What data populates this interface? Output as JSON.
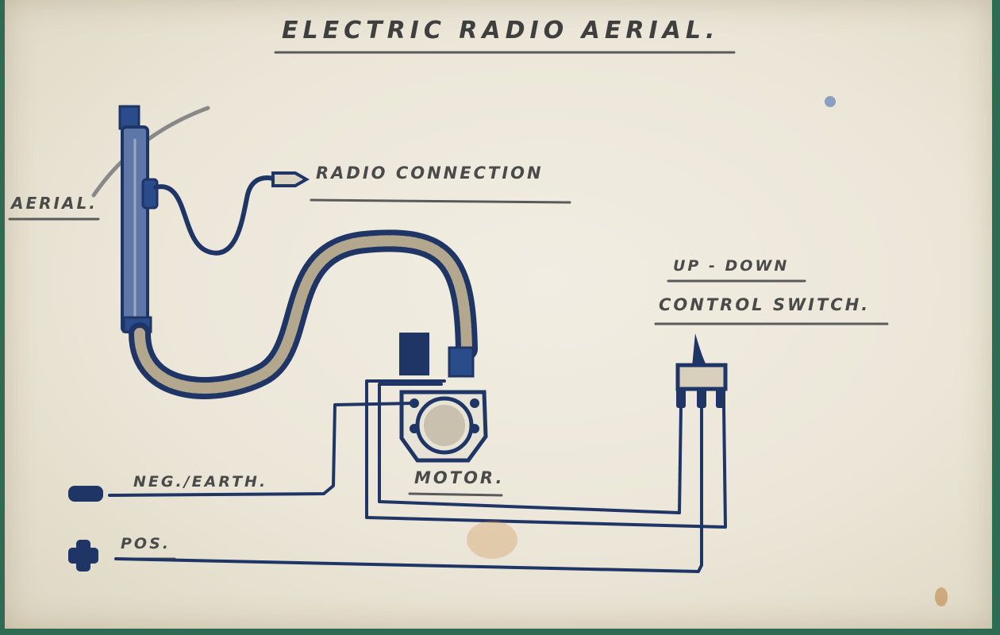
{
  "title": "ELECTRIC RADIO AERIAL.",
  "labels": {
    "aerial": "AERIAL.",
    "radio_connection": "RADIO CONNECTION",
    "switch_line1": "UP - DOWN",
    "switch_line2": "CONTROL SWITCH.",
    "motor": "MOTOR.",
    "neg_earth": "NEG./EARTH.",
    "pos": "POS."
  },
  "colors": {
    "paper": "#ede8da",
    "ink": "#1f3566",
    "pencil": "#555555",
    "tube_fill": "#b3a78e"
  }
}
